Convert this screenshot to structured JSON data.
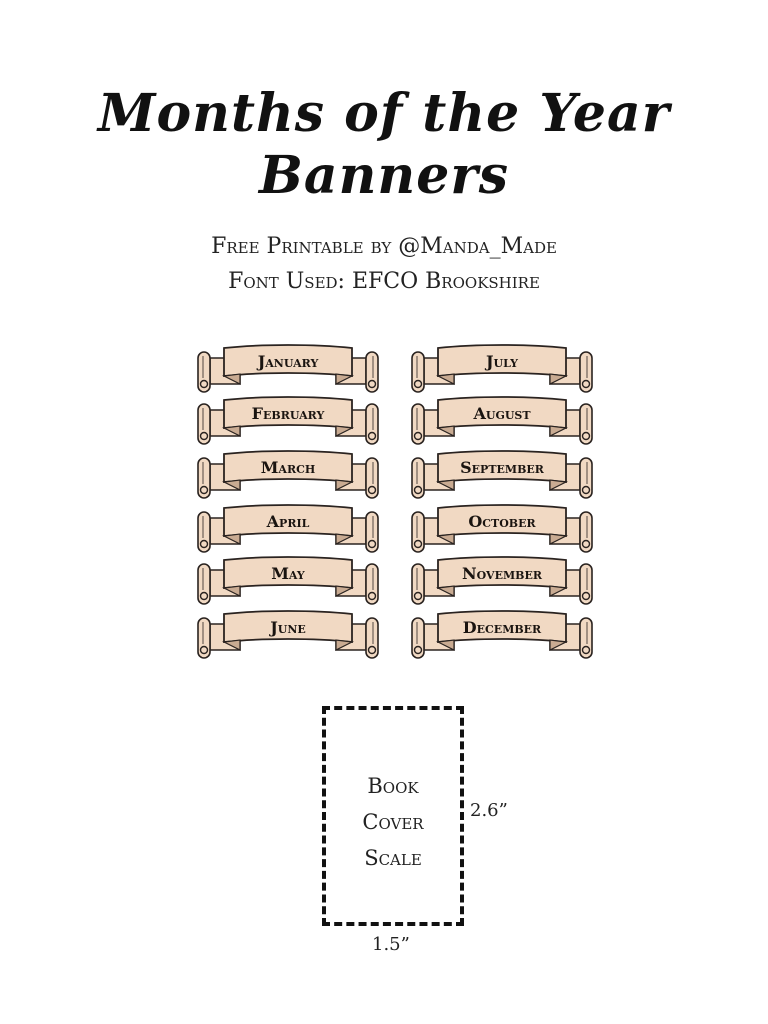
{
  "header": {
    "title_line1": "Months of the Year",
    "title_line2": "Banners",
    "subtitle_line1": "Free Printable by @Manda_Made",
    "subtitle_line2": "Font Used: EFCO Brookshire"
  },
  "banners": {
    "left": [
      "January",
      "February",
      "March",
      "April",
      "May",
      "June"
    ],
    "right": [
      "July",
      "August",
      "September",
      "October",
      "November",
      "December"
    ],
    "ribbon_color": "#f1d9c3",
    "outline_color": "#2a2320"
  },
  "book_cover": {
    "lines": [
      "Book",
      "Cover",
      "Scale"
    ],
    "height_label": "2.6”",
    "width_label": "1.5”"
  }
}
